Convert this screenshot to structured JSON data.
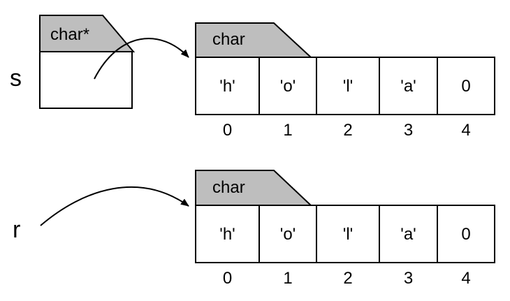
{
  "pointer_var": {
    "name": "s",
    "type_label": "char*"
  },
  "top_array": {
    "type_label": "char",
    "cells": [
      "'h'",
      "'o'",
      "'l'",
      "'a'",
      "0"
    ],
    "indices": [
      "0",
      "1",
      "2",
      "3",
      "4"
    ]
  },
  "bottom_var": {
    "name": "r"
  },
  "bottom_array": {
    "type_label": "char",
    "cells": [
      "'h'",
      "'o'",
      "'l'",
      "'a'",
      "0"
    ],
    "indices": [
      "0",
      "1",
      "2",
      "3",
      "4"
    ]
  }
}
